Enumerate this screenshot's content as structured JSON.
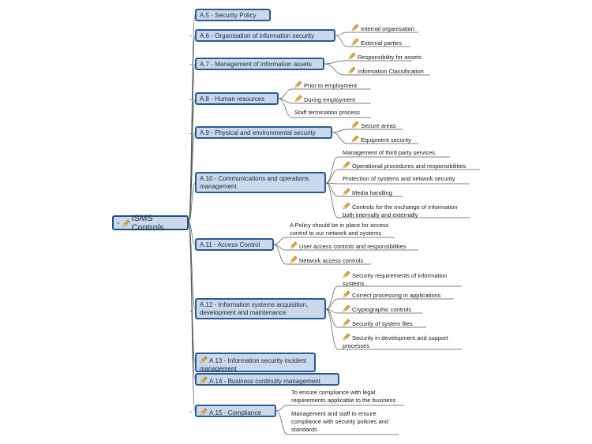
{
  "root": {
    "label": "ISMS Controls",
    "collapse": "-",
    "icon": "pencil-icon"
  },
  "branches": [
    {
      "id": "a5",
      "label": "A.5 - Security Policy",
      "collapse": "",
      "leaves": []
    },
    {
      "id": "a6",
      "label": "A.6 - Organisation of information security",
      "collapse": "-",
      "leaves": [
        {
          "text": "Internal organisation",
          "icon": "pencil-icon"
        },
        {
          "text": "External parties",
          "icon": "pencil-icon"
        }
      ]
    },
    {
      "id": "a7",
      "label": "A.7 - Management of information assets",
      "collapse": "-",
      "leaves": [
        {
          "text": "Responsibility for assets",
          "icon": "pencil-icon"
        },
        {
          "text": "Information Classification",
          "icon": "pencil-icon"
        }
      ]
    },
    {
      "id": "a8",
      "label": "A.8 - Human resources",
      "collapse": "-",
      "leaves": [
        {
          "text": "Prior to employment",
          "icon": "pencil-icon"
        },
        {
          "text": "During employment",
          "icon": "pencil-icon"
        },
        {
          "text": "Staff termination process",
          "icon": ""
        }
      ]
    },
    {
      "id": "a9",
      "label": "A.9 - Physical and environmental security",
      "collapse": "-",
      "leaves": [
        {
          "text": "Secure areas",
          "icon": "pencil-icon"
        },
        {
          "text": "Equipment security",
          "icon": "pencil-icon"
        }
      ]
    },
    {
      "id": "a10",
      "label": "A.10 - Communications and operations management",
      "collapse": "-",
      "leaves": [
        {
          "text": "Management of third party services",
          "icon": ""
        },
        {
          "text": "Operational procedures and responsibilities",
          "icon": "pencil-icon"
        },
        {
          "text": "Protection of systems and network security",
          "icon": ""
        },
        {
          "text": "Media handling",
          "icon": "pencil-icon"
        },
        {
          "text": "Controls for the exchange of information both internally and externally",
          "icon": "pencil-icon"
        }
      ]
    },
    {
      "id": "a11",
      "label": "A.11 - Access Control",
      "collapse": "-",
      "leaves": [
        {
          "text": "A Policy should be in place for access control to our network and systems",
          "icon": ""
        },
        {
          "text": "User access controls and responsibilities",
          "icon": "pencil-icon"
        },
        {
          "text": "Network access controls",
          "icon": "pencil-icon"
        }
      ]
    },
    {
      "id": "a12",
      "label": "A.12 - Information systems acquisition, development and maintenance",
      "collapse": "-",
      "leaves": [
        {
          "text": "Security requirements of information systems",
          "icon": "pencil-icon"
        },
        {
          "text": "Correct processing in applications",
          "icon": "pencil-icon"
        },
        {
          "text": "Cryptographic controls",
          "icon": "pencil-icon"
        },
        {
          "text": "Security of system files",
          "icon": "pencil-icon"
        },
        {
          "text": "Security in development and support processes",
          "icon": "pencil-icon"
        }
      ]
    },
    {
      "id": "a13",
      "label": "A.13 - Information security incident management",
      "collapse": "",
      "icon": "pencil-icon",
      "leaves": []
    },
    {
      "id": "a14",
      "label": "A.14 - Business continuity management",
      "collapse": "",
      "icon": "pencil-icon",
      "leaves": []
    },
    {
      "id": "a15",
      "label": "A.15 - Compliance",
      "collapse": "-",
      "icon": "pencil-icon",
      "leaves": [
        {
          "text": "To ensure compliance with legal requirements applicable to the business",
          "icon": ""
        },
        {
          "text": "Management and staff to ensure compliance with security policies and standards",
          "icon": ""
        }
      ]
    }
  ]
}
